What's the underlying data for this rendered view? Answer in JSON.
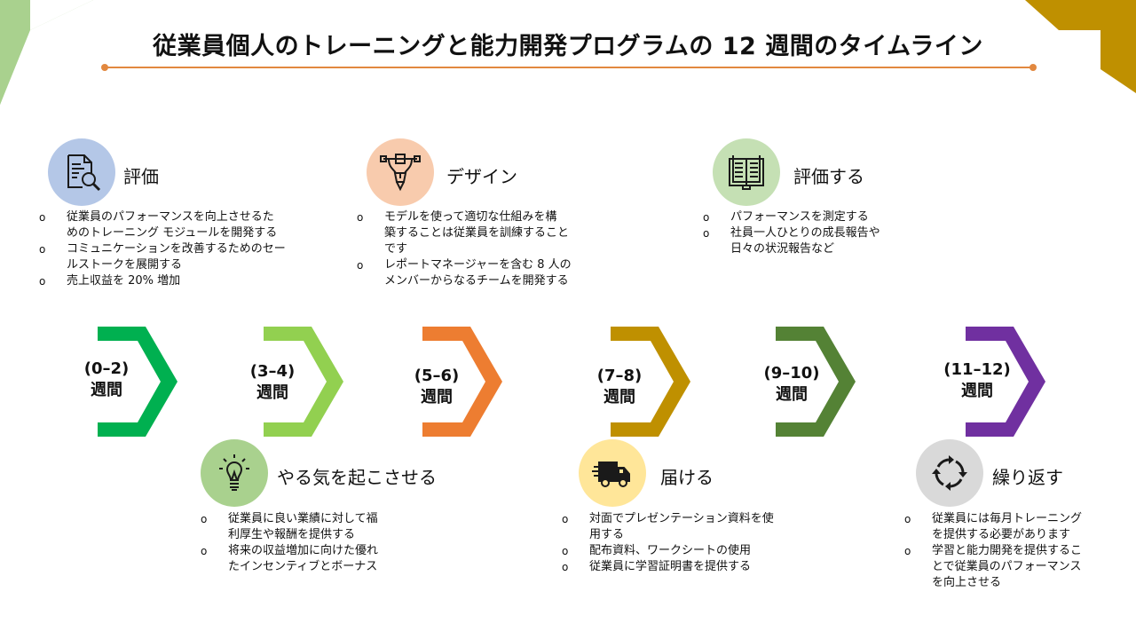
{
  "title": "従業員個人のトレーニングと能力開発プログラムの 12 週間のタイムライン",
  "colors": {
    "rule": "#e2883f",
    "corner_left": "#a9d18e",
    "corner_right": "#bf9000",
    "week1": "#00b050",
    "week2": "#92d050",
    "week3": "#ed7d31",
    "week4": "#bf9000",
    "week5": "#548235",
    "week6": "#7030a0"
  },
  "weeks": [
    {
      "range": "(0–2)",
      "unit": "週間"
    },
    {
      "range": "(3–4)",
      "unit": "週間"
    },
    {
      "range": "(5–6)",
      "unit": "週間"
    },
    {
      "range": "(7–8)",
      "unit": "週間"
    },
    {
      "range": "(9–10)",
      "unit": "週間"
    },
    {
      "range": "(11–12)",
      "unit": "週間"
    }
  ],
  "steps": {
    "assess": {
      "icon": "document-search-icon",
      "title": "評価",
      "bullets": [
        "従業員のパフォーマンスを向上させるた\nめのトレーニング モジュールを開発する",
        "コミュニケーションを改善するためのセー\nルストークを展開する",
        "売上収益を 20% 増加"
      ]
    },
    "design": {
      "icon": "pen-tool-icon",
      "title": "デザイン",
      "bullets": [
        "モデルを使って適切な仕組みを構\n築することは従業員を訓練すること\nです",
        "レポートマネージャーを含む 8 人の\nメンバーからなるチームを開発する"
      ]
    },
    "evaluate": {
      "icon": "open-book-icon",
      "title": "評価する",
      "bullets": [
        "パフォーマンスを測定する",
        "社員一人ひとりの成長報告や\n日々の状況報告など"
      ]
    },
    "motivate": {
      "icon": "lightbulb-icon",
      "title": "やる気を起こさせる",
      "bullets": [
        "従業員に良い業績に対して福\n利厚生や報酬を提供する",
        "将来の収益増加に向けた優れ\nたインセンティブとボーナス"
      ]
    },
    "deliver": {
      "icon": "delivery-truck-icon",
      "title": "届ける",
      "bullets": [
        "対面でプレゼンテーション資料を使\n用する",
        "配布資料、ワークシートの使用",
        "従業員に学習証明書を提供する"
      ]
    },
    "repeat": {
      "icon": "cycle-arrows-icon",
      "title": "繰り返す",
      "bullets": [
        "従業員には毎月トレーニング\nを提供する必要があります",
        "学習と能力開発を提供するこ\nとで従業員のパフォーマンス\nを向上させる"
      ]
    }
  }
}
